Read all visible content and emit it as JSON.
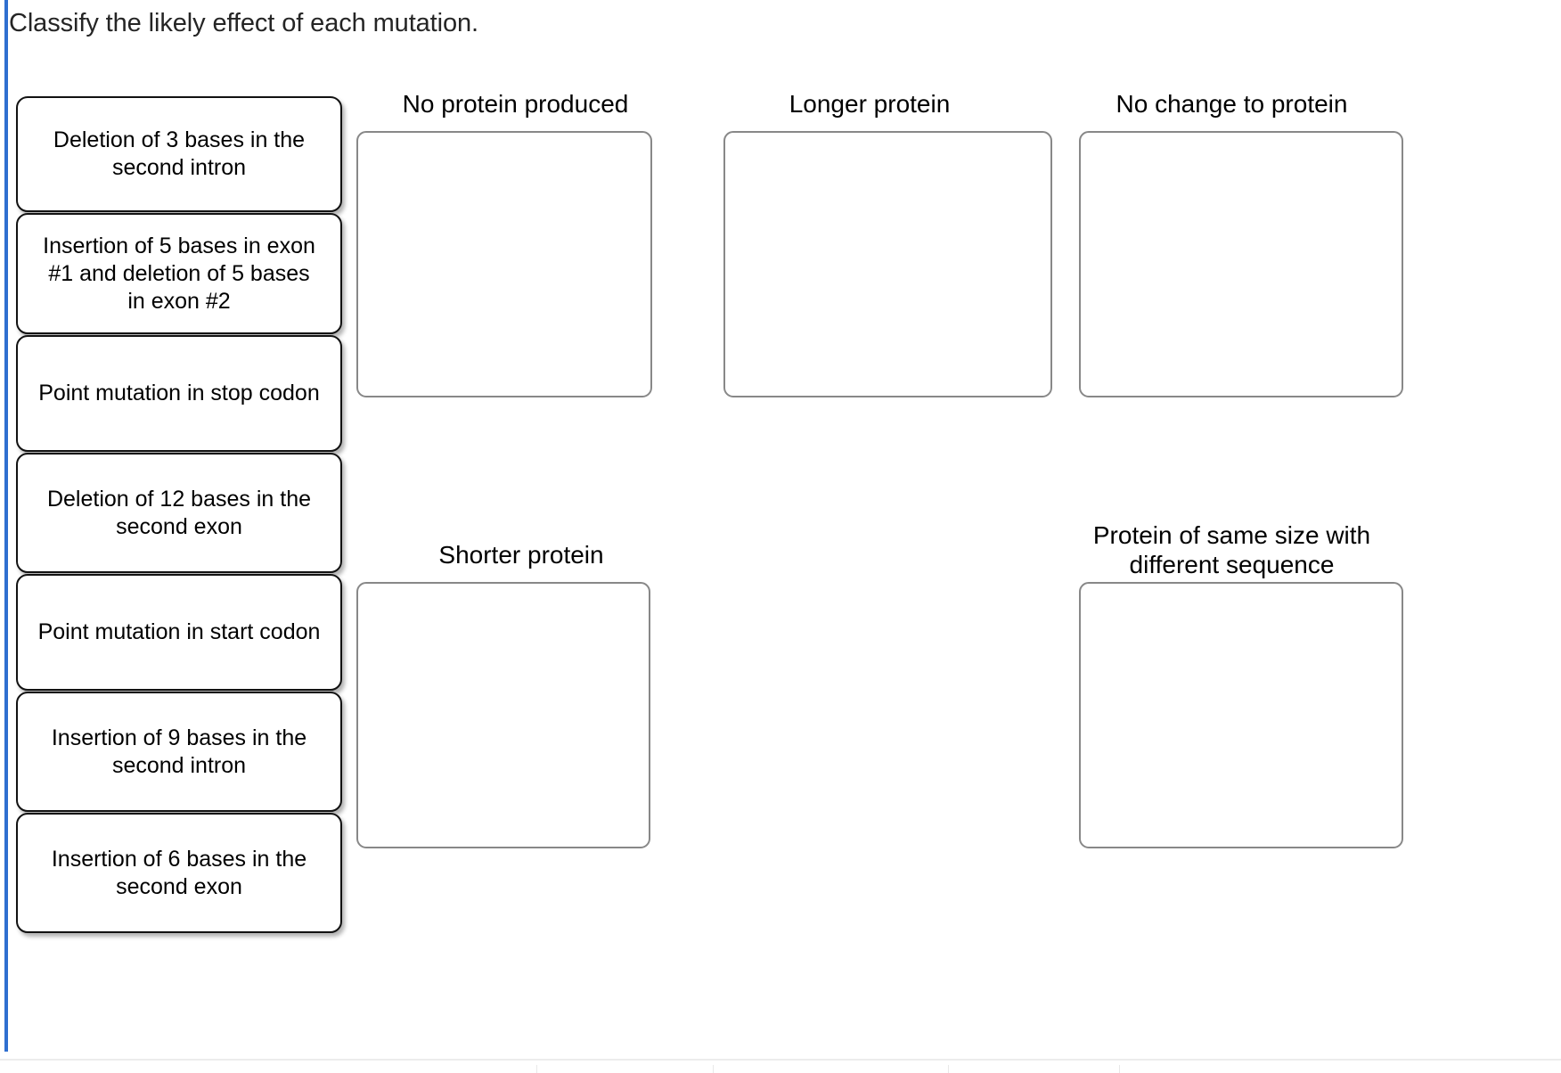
{
  "page": {
    "prompt": "Classify the likely effect of each mutation.",
    "accent_color": "#2f6fd0",
    "card_border_color": "#121212",
    "zone_border_color": "#888888",
    "background_color": "#ffffff"
  },
  "mutation_cards": [
    {
      "label": "Deletion of 3 bases in the second intron"
    },
    {
      "label": "Insertion of 5 bases in exon #1 and deletion of 5 bases in exon #2"
    },
    {
      "label": "Point mutation in stop codon"
    },
    {
      "label": "Deletion of 12 bases in the second exon"
    },
    {
      "label": "Point mutation in start codon"
    },
    {
      "label": "Insertion of 9 bases in the second intron"
    },
    {
      "label": "Insertion of 6 bases in the second exon"
    }
  ],
  "drop_zones": [
    {
      "label": "No protein produced",
      "contents": []
    },
    {
      "label": "Longer protein",
      "contents": []
    },
    {
      "label": "No change to protein",
      "contents": []
    },
    {
      "label": "Shorter protein",
      "contents": []
    },
    {
      "label": "Protein of same size with different sequence",
      "contents": []
    }
  ]
}
